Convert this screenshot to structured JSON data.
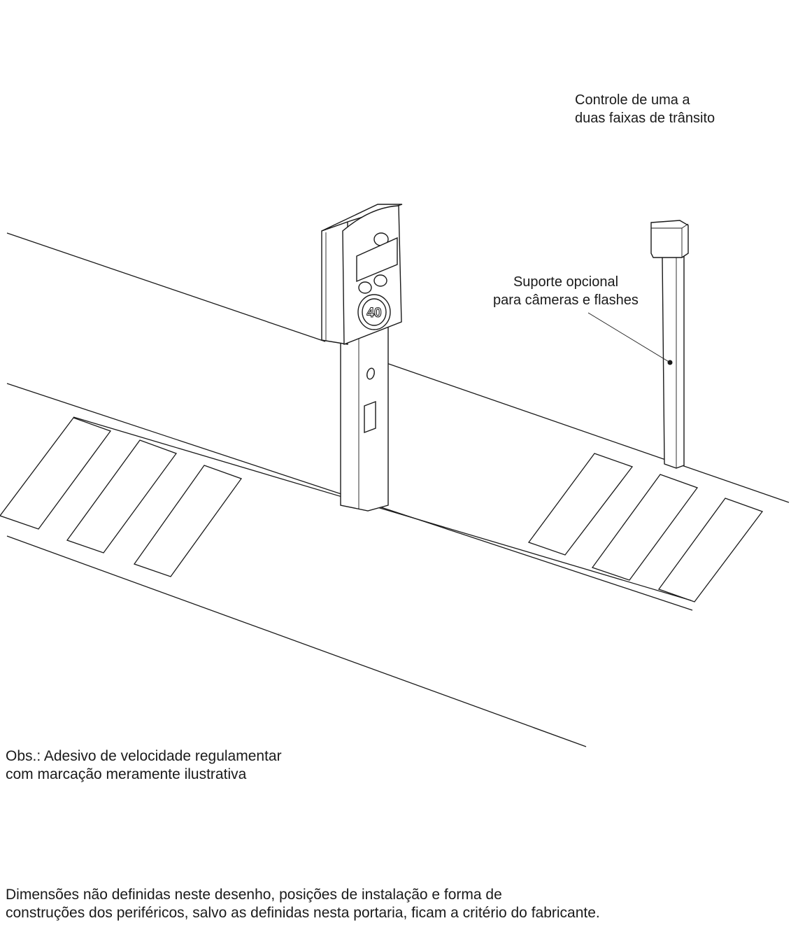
{
  "labels": {
    "lanes_line1": "Controle de uma a",
    "lanes_line2": "duas faixas de trânsito",
    "support_line1": "Suporte opcional",
    "support_line2": "para câmeras e flashes"
  },
  "notes": {
    "obs_line1": "Obs.: Adesivo de velocidade regulamentar",
    "obs_line2": "com marcação meramente ilustrativa",
    "dims_line1": "Dimensões não definidas neste desenho, posições de instalação e forma de",
    "dims_line2": "construções dos periféricos, salvo as definidas nesta portaria, ficam a critério do fabricante."
  },
  "sign": {
    "speed_value": "40"
  }
}
